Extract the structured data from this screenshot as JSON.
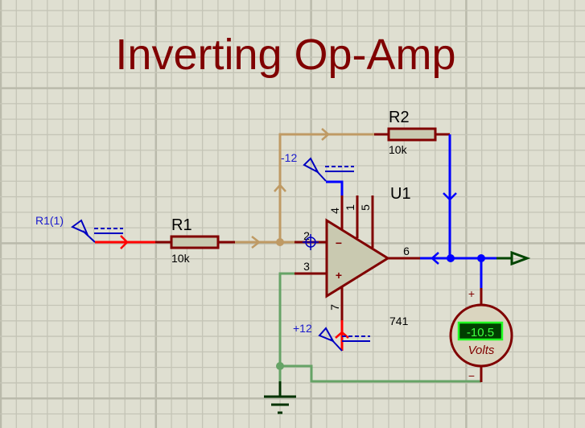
{
  "title": "Inverting Op-Amp",
  "colors": {
    "background": "#dfdfd1",
    "grid_minor": "#c4c4b6",
    "grid_major": "#babaab",
    "component_outline": "#800000",
    "component_fill": "#c9c9b0",
    "wire_input": "#ff0000",
    "wire_feedback": "#bf9a64",
    "wire_output": "#0000ff",
    "wire_ground": "#66a366",
    "ground_symbol": "#003300",
    "terminal": "#0000c0",
    "output_terminal": "#004400"
  },
  "components": {
    "r1": {
      "ref": "R1",
      "value": "10k"
    },
    "r2": {
      "ref": "R2",
      "value": "10k"
    },
    "u1": {
      "ref": "U1",
      "part": "741",
      "pins": {
        "inv": "2",
        "noninv": "3",
        "out": "6",
        "vneg": "4",
        "offset1": "1",
        "offset2": "5",
        "vpos": "7"
      },
      "inv_symbol": "−",
      "noninv_symbol": "+"
    },
    "voltmeter": {
      "reading": "-10.5",
      "unit": "Volts",
      "plus_label": "+",
      "minus_label": "−"
    }
  },
  "terminals": {
    "input": {
      "label": "R1(1)",
      "icon": "input-terminal-icon"
    },
    "vneg": {
      "label": "-12",
      "icon": "power-terminal-icon"
    },
    "vpos": {
      "label": "+12",
      "icon": "power-terminal-icon"
    },
    "output": {
      "icon": "output-terminal-icon"
    },
    "ground": {
      "icon": "ground-icon"
    }
  }
}
